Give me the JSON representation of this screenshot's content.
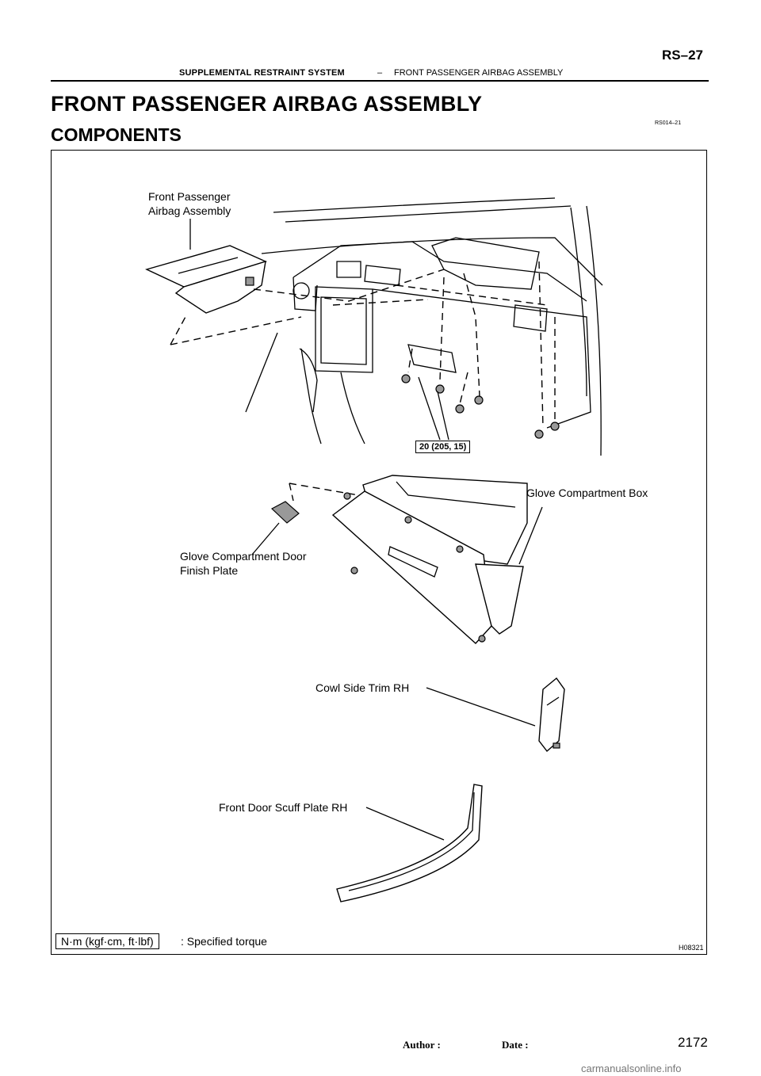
{
  "header": {
    "section": "SUPPLEMENTAL RESTRAINT SYSTEM",
    "separator": "–",
    "subsection": "FRONT PASSENGER AIRBAG ASSEMBLY",
    "page_code": "RS–27"
  },
  "title": "FRONT PASSENGER AIRBAG ASSEMBLY",
  "subtitle": "COMPONENTS",
  "doc_id": "RS014–21",
  "figure": {
    "labels": {
      "airbag_line1": "Front Passenger",
      "airbag_line2": "Airbag Assembly",
      "torque_value": "20 (205, 15)",
      "glove_box": "Glove Compartment Box",
      "finish_plate_line1": "Glove Compartment Door",
      "finish_plate_line2": "Finish Plate",
      "cowl_trim": "Cowl Side Trim RH",
      "scuff_plate": "Front Door Scuff Plate RH"
    },
    "legend_unit": "N·m (kgf·cm, ft·lbf)",
    "legend_text": ": Specified torque",
    "figure_id": "H08321"
  },
  "footer": {
    "author_label": "Author :",
    "date_label": "Date :",
    "page_number": "2172",
    "watermark": "carmanualsonline.info"
  }
}
